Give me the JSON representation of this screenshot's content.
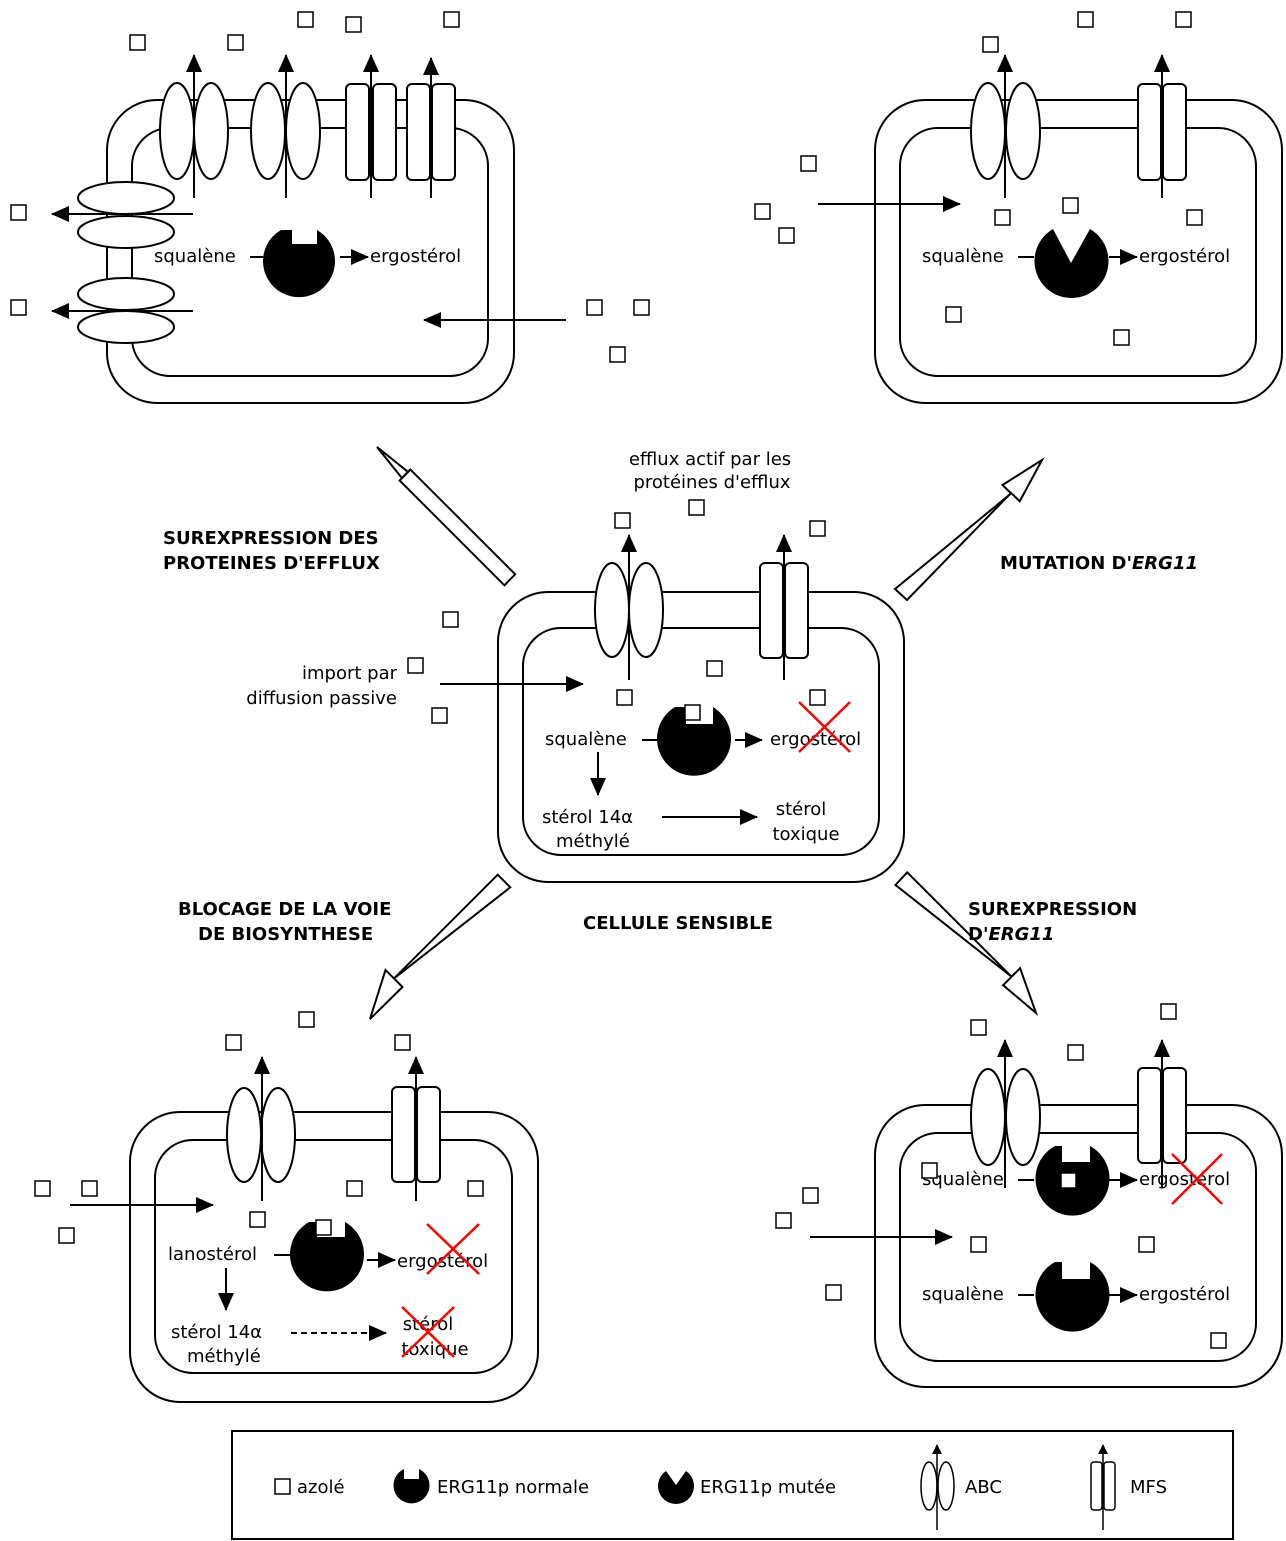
{
  "labels": {
    "squalene": "squalène",
    "ergosterol": "ergostérol",
    "lanosterol": "lanostérol",
    "sterol_14a_line1": "stérol 14α",
    "sterol_14a_line2": "méthylé",
    "sterol_toxic_line1": "stérol",
    "sterol_toxic_line2": "toxique",
    "efflux_line1": "efflux actif par les",
    "efflux_line2": "protéines d'efflux",
    "import_line1": "import par",
    "import_line2": "diffusion passive"
  },
  "mechanisms": {
    "efflux_line1": "SUREXPRESSION DES",
    "efflux_line2": "PROTEINES D'EFFLUX",
    "mutation_prefix": "MUTATION D'",
    "mutation_gene": "ERG11",
    "block_line1": "BLOCAGE DE LA VOIE",
    "block_line2": "DE BIOSYNTHESE",
    "sensitive": "CELLULE SENSIBLE",
    "overexp_line1": "SUREXPRESSION",
    "overexp_prefix": "D'",
    "overexp_gene": "ERG11"
  },
  "legend": {
    "azole": "azolé",
    "erg_normal": "ERG11p normale",
    "erg_mutant": "ERG11p mutée",
    "abc": "ABC",
    "mfs": "MFS"
  },
  "colors": {
    "stroke": "#000000",
    "enzyme": "#000000",
    "cross": "#ff0000"
  }
}
